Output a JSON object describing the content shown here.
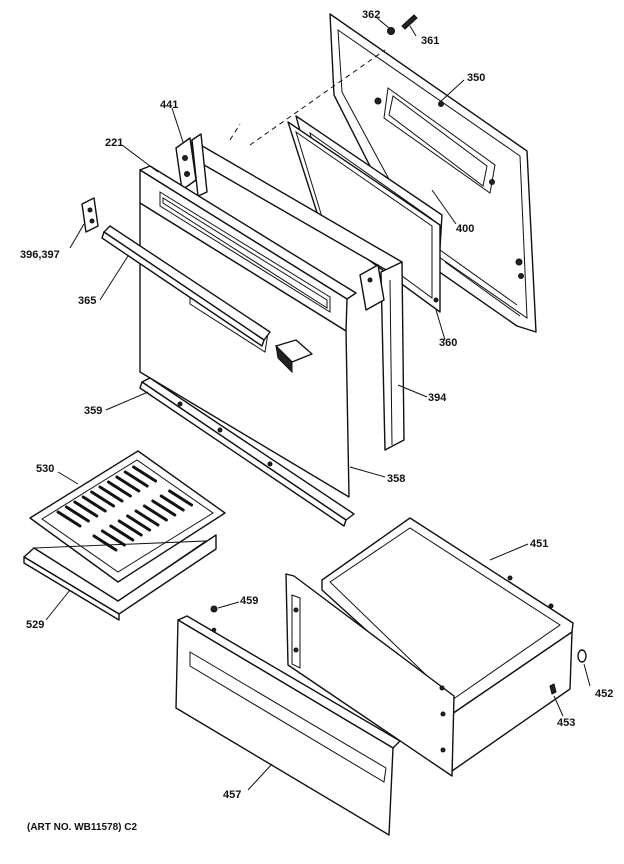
{
  "diagram": {
    "callouts": {
      "p362": "362",
      "p361": "361",
      "p350": "350",
      "p441": "441",
      "p221": "221",
      "p400": "400",
      "p396_397": "396,397",
      "p365": "365",
      "p360": "360",
      "p394": "394",
      "p359": "359",
      "p358": "358",
      "p530": "530",
      "p529": "529",
      "p451": "451",
      "p459": "459",
      "p452": "452",
      "p453": "453",
      "p457": "457"
    },
    "art_number": "(ART NO. WB11578) C2"
  }
}
